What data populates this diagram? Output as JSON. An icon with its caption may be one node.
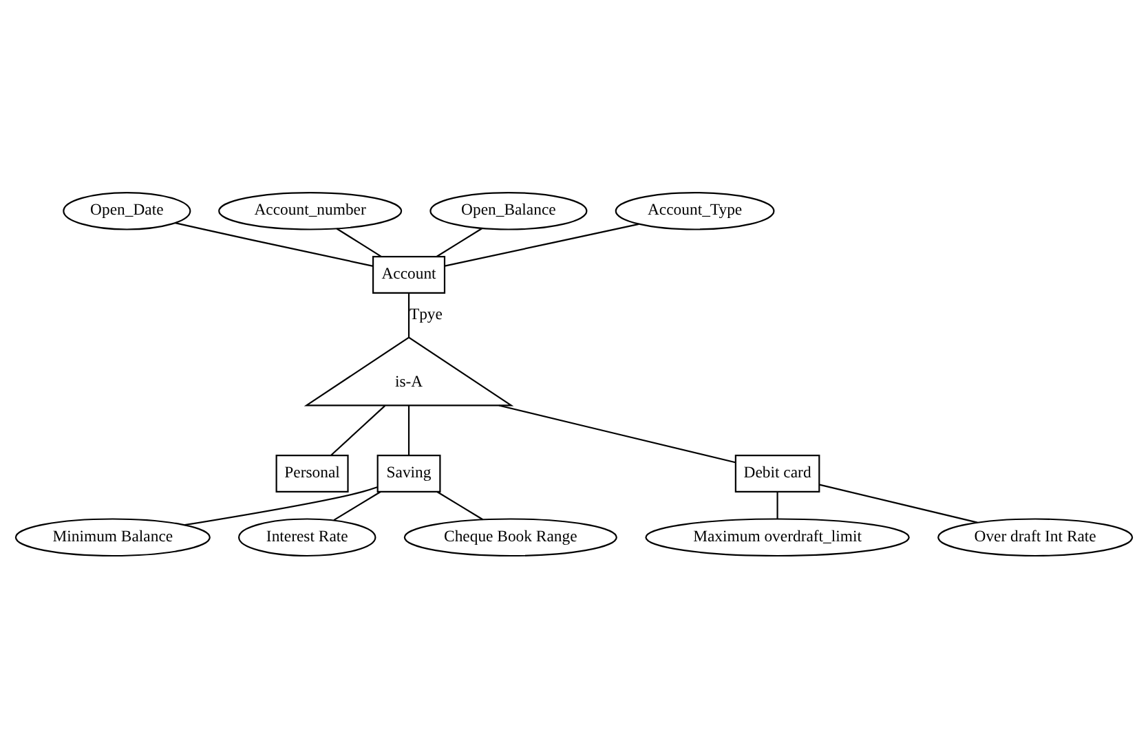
{
  "diagram": {
    "nodes": [
      {
        "text": [
          "Open_Date"
        ]
      },
      {
        "text": [
          "Account_number"
        ]
      },
      {
        "text": [
          "Account"
        ]
      },
      {
        "text": [
          "Open_Balance"
        ]
      },
      {
        "text": [
          "Account_Type"
        ]
      },
      {
        "text": [
          "is-A"
        ]
      },
      {
        "text": [
          "Personal"
        ]
      },
      {
        "text": [
          "Saving"
        ]
      },
      {
        "text": [
          "Debit card"
        ]
      },
      {
        "text": [
          "Maximum overdraft_limit"
        ]
      },
      {
        "text": [
          "Over draft Int Rate"
        ]
      },
      {
        "text": [
          "Minimum Balance"
        ]
      },
      {
        "text": [
          "Interest Rate"
        ]
      },
      {
        "text": [
          "Cheque Book Range"
        ]
      }
    ],
    "edges": [
      {
        "from": 0,
        "to": 2,
        "arrow": "none"
      },
      {
        "from": 1,
        "to": 2,
        "arrow": "none"
      },
      {
        "from": 3,
        "to": 2,
        "arrow": "none"
      },
      {
        "from": 4,
        "to": 2,
        "arrow": "none"
      },
      {
        "from": 2,
        "to": 5,
        "arrow": "none",
        "label": "Tpye"
      },
      {
        "from": 5,
        "to": 6,
        "arrow": "none"
      },
      {
        "from": 5,
        "to": 7,
        "arrow": "none"
      },
      {
        "from": 5,
        "to": 8,
        "arrow": "none"
      },
      {
        "from": 8,
        "to": 9,
        "arrow": "none"
      },
      {
        "from": 8,
        "to": 10,
        "arrow": "none"
      },
      {
        "from": 7,
        "to": 11,
        "arrow": "none"
      },
      {
        "from": 7,
        "to": 12,
        "arrow": "none"
      },
      {
        "from": 7,
        "to": 13,
        "arrow": "none"
      }
    ]
  }
}
